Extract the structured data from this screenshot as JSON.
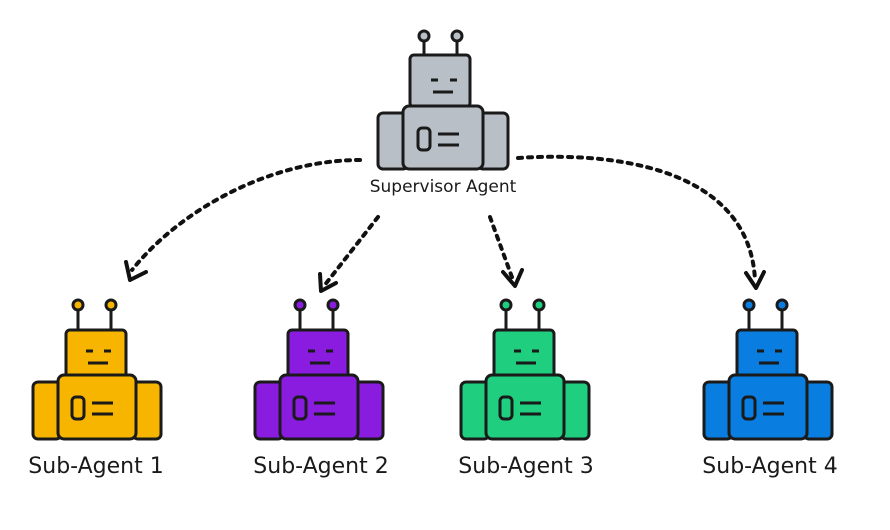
{
  "supervisor": {
    "label": "Supervisor Agent",
    "color": "#b9bfc6",
    "icon": "robot-icon"
  },
  "sub_agents": [
    {
      "label": "Sub-Agent 1",
      "color": "#f7b500",
      "icon": "robot-icon"
    },
    {
      "label": "Sub-Agent 2",
      "color": "#8a1ce0",
      "icon": "robot-icon"
    },
    {
      "label": "Sub-Agent 3",
      "color": "#1fcf7f",
      "icon": "robot-icon"
    },
    {
      "label": "Sub-Agent 4",
      "color": "#0a7ee0",
      "icon": "robot-icon"
    }
  ],
  "edges": [
    {
      "from": "supervisor",
      "to": "sub_agents.0"
    },
    {
      "from": "supervisor",
      "to": "sub_agents.1"
    },
    {
      "from": "supervisor",
      "to": "sub_agents.2"
    },
    {
      "from": "supervisor",
      "to": "sub_agents.3"
    }
  ]
}
